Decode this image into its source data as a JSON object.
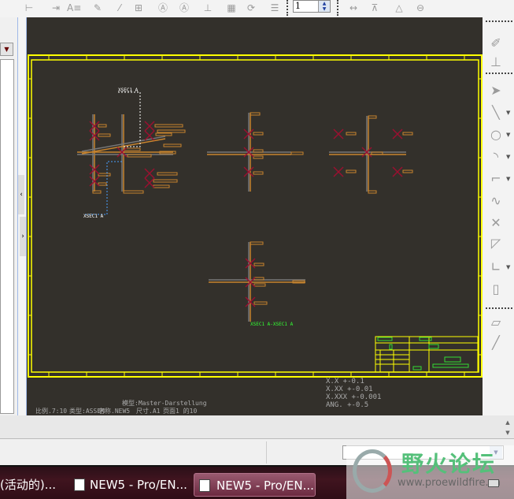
{
  "toolbar": {
    "scale_value": "1",
    "icons": [
      "dim-icon",
      "baseline-icon",
      "note-icon",
      "balloon-icon",
      "symbol-icon",
      "tolerance-icon",
      "datum-icon",
      "surface-finish-icon",
      "weld-icon",
      "table-icon",
      "regenerate-icon",
      "format-icon",
      "horizontal-dim-icon",
      "vertical-dim-icon",
      "angle-dim-icon",
      "diameter-dim-icon"
    ]
  },
  "canvas": {
    "bg": "#33302b",
    "frame_color": "#ffff00",
    "view_labels": [
      "XSEC1 A",
      "XSEC1 A",
      "XSEC1 A-XSEC1 A"
    ],
    "tolerances": [
      "X.X    +-0.1",
      "X.XX   +-0.01",
      "X.XXX  +-0.001",
      "ANG.   +-0.5"
    ],
    "title_line1": "模型:Master-Darstellung",
    "title_line2": [
      "比例.7:10",
      "类型:ASSEM",
      "名称.NEW5",
      "尺寸.A1",
      "页面1 的10"
    ]
  },
  "right_toolbar": {
    "icons": [
      "snap-icon",
      "constraint-icon",
      "select-icon",
      "line-icon",
      "circle-icon",
      "arc-icon",
      "fillet-icon",
      "spline-icon",
      "point-icon",
      "chamfer-icon",
      "corner-icon",
      "offset-icon",
      "parallelogram-icon",
      "construction-line-icon"
    ]
  },
  "taskbar": {
    "items": [
      "(活动的)...",
      "NEW5 - Pro/EN...",
      "NEW5 - Pro/EN..."
    ]
  },
  "watermark": {
    "name": "野火论坛",
    "url": "www.proewildfire.cn"
  }
}
